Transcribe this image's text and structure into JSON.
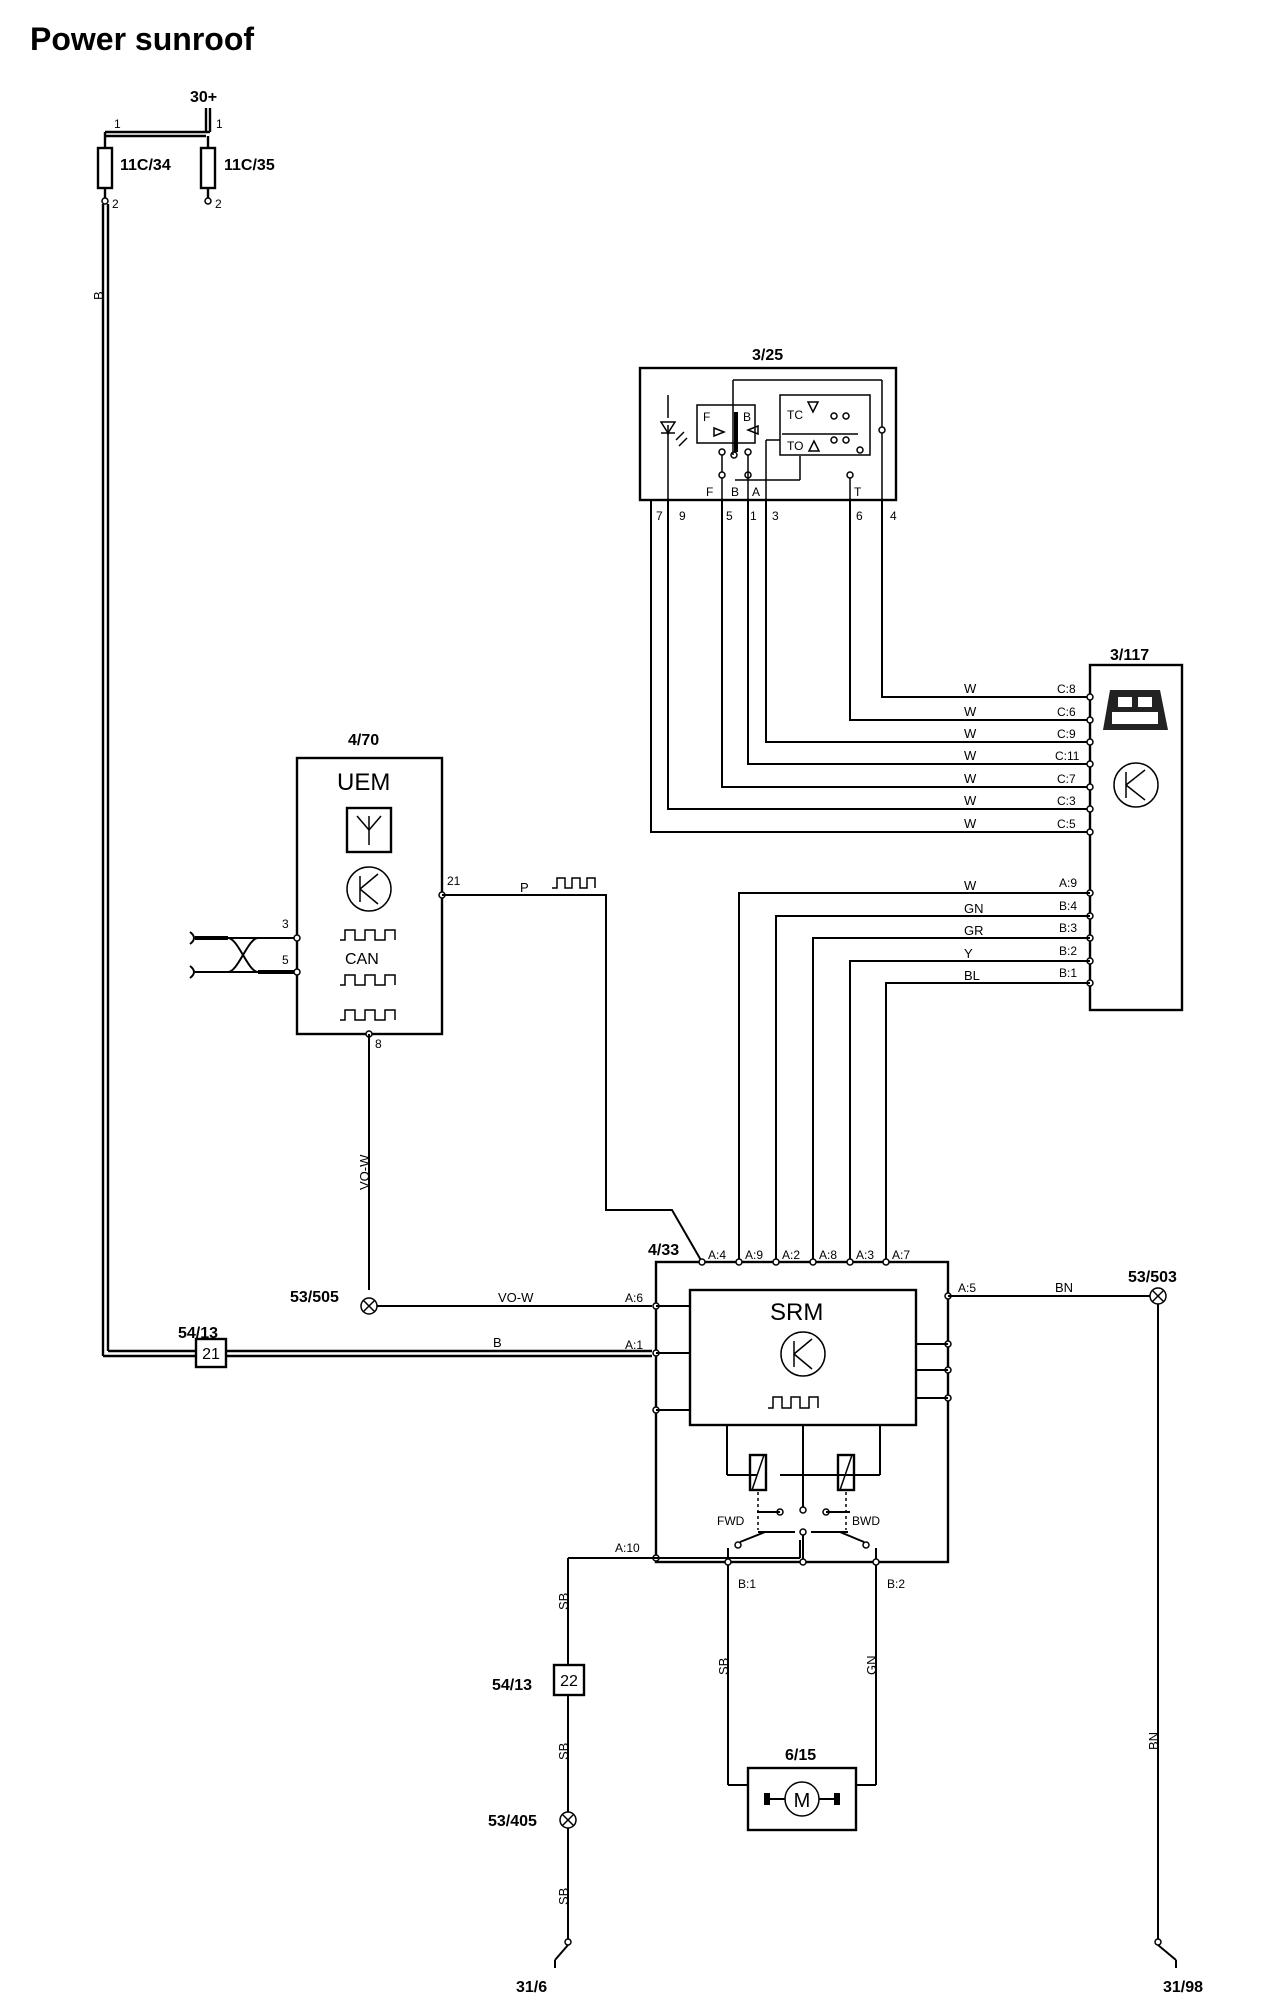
{
  "title": "Power sunroof",
  "labels": {
    "supply": "30+",
    "fuse_a": "11C/34",
    "fuse_b": "11C/35",
    "fuse_pin1": "1",
    "fuse_pin2": "2",
    "switch_panel": "3/25",
    "control_module": "3/117",
    "uem_ref": "4/70",
    "uem_name": "UEM",
    "can": "CAN",
    "srm_ref": "4/33",
    "srm_name": "SRM",
    "splice_top": "54/13",
    "splice_top_num": "21",
    "splice_bottom": "54/13",
    "splice_bottom_num": "22",
    "ground_505": "53/505",
    "ground_503": "53/503",
    "ground_405": "53/405",
    "motor": "6/15",
    "motor_symbol": "M",
    "earth_left": "31/6",
    "earth_right": "31/98",
    "fwd": "FWD",
    "bwd": "BWD"
  },
  "switch_labels": {
    "f": "F",
    "b": "B",
    "tc": "TC",
    "to": "TO",
    "a": "A",
    "t": "T"
  },
  "switch_pins": [
    "7",
    "9",
    "5",
    "1",
    "3",
    "6",
    "4"
  ],
  "cm_pins": [
    "C:8",
    "C:6",
    "C:9",
    "C:11",
    "C:7",
    "C:3",
    "C:5",
    "A:9",
    "B:4",
    "B:3",
    "B:2",
    "B:1"
  ],
  "cm_wires": [
    "W",
    "W",
    "W",
    "W",
    "W",
    "W",
    "W",
    "W",
    "GN",
    "GR",
    "Y",
    "BL"
  ],
  "uem_pins": {
    "p21": "21",
    "p3": "3",
    "p5": "5",
    "p8": "8"
  },
  "srm_top_pins": [
    "A:4",
    "A:9",
    "A:2",
    "A:8",
    "A:3",
    "A:7"
  ],
  "srm_pins": {
    "a6": "A:6",
    "a1": "A:1",
    "a10": "A:10",
    "a5": "A:5",
    "b1": "B:1",
    "b2": "B:2"
  },
  "wire_labels": {
    "b_fuse": "B",
    "p": "P",
    "vo_w_vertical": "VO-W",
    "vo_w_horizontal": "VO-W",
    "b_main": "B",
    "bn_horizontal": "BN",
    "bn_vertical": "BN",
    "sb_1": "SB",
    "sb_2": "SB",
    "sb_3": "SB",
    "sb_motor": "SB",
    "gn_motor": "GN"
  }
}
